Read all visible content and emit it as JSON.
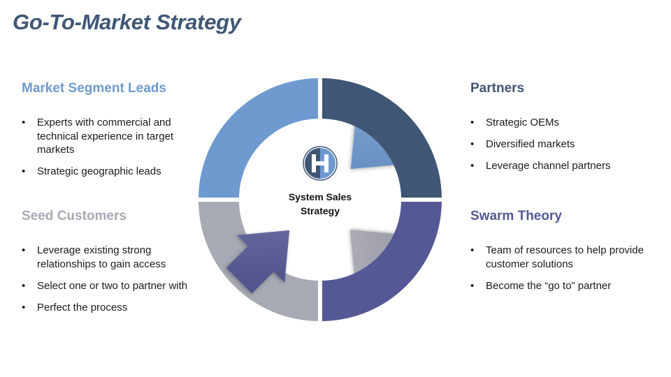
{
  "title": "Go-To-Market Strategy",
  "center": {
    "label_line1": "System Sales",
    "label_line2": "Strategy",
    "logo_letter": "H"
  },
  "sections": {
    "market_segment_leads": {
      "heading": "Market Segment Leads",
      "color": "#6e9ad0",
      "items": [
        "Experts with commercial and technical experience in target markets",
        "Strategic geographic leads"
      ]
    },
    "seed_customers": {
      "heading": "Seed Customers",
      "color": "#a7a9b3",
      "items": [
        "Leverage existing strong relationships to gain access",
        "Select one or two to partner with",
        "Perfect the process"
      ]
    },
    "partners": {
      "heading": "Partners",
      "color": "#3f5675",
      "items": [
        "Strategic OEMs",
        "Diversified markets",
        "Leverage channel partners"
      ]
    },
    "swarm_theory": {
      "heading": "Swarm Theory",
      "color": "#565896",
      "items": [
        "Team of resources to help provide customer solutions",
        "Become the “go to” partner"
      ]
    }
  },
  "quadrant_colors": {
    "top_left": "#6e9ad0",
    "top_right": "#3f5675",
    "bottom_left": "#a7a9b3",
    "bottom_right": "#565896"
  },
  "bullet_char": "•"
}
